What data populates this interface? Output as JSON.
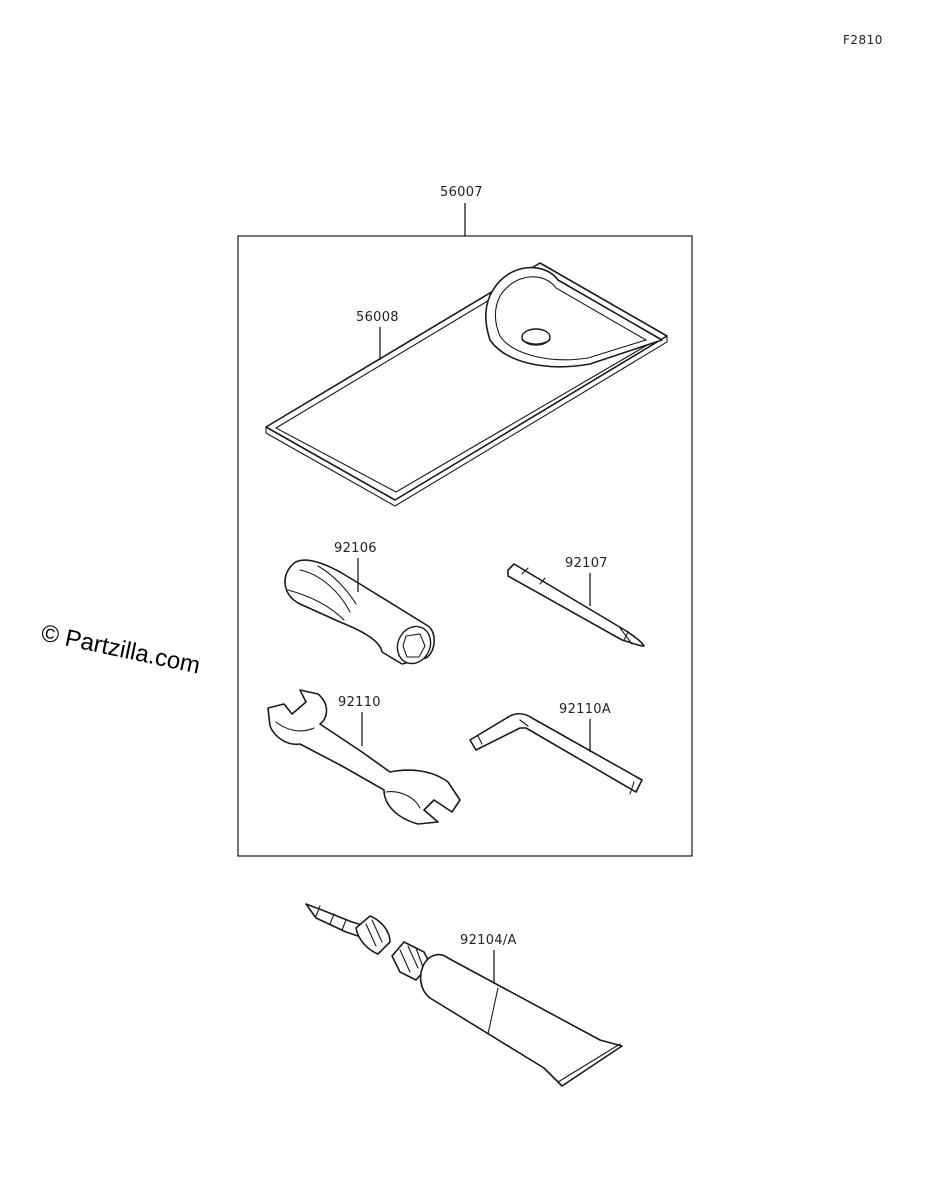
{
  "figure_id": "F2810",
  "watermark": "© Partzilla.com",
  "parts": {
    "kit": "56007",
    "case": "56008",
    "handle": "92106",
    "driver": "92107",
    "wrench": "92110",
    "hex_key": "92110A",
    "pump": "92104/A"
  }
}
